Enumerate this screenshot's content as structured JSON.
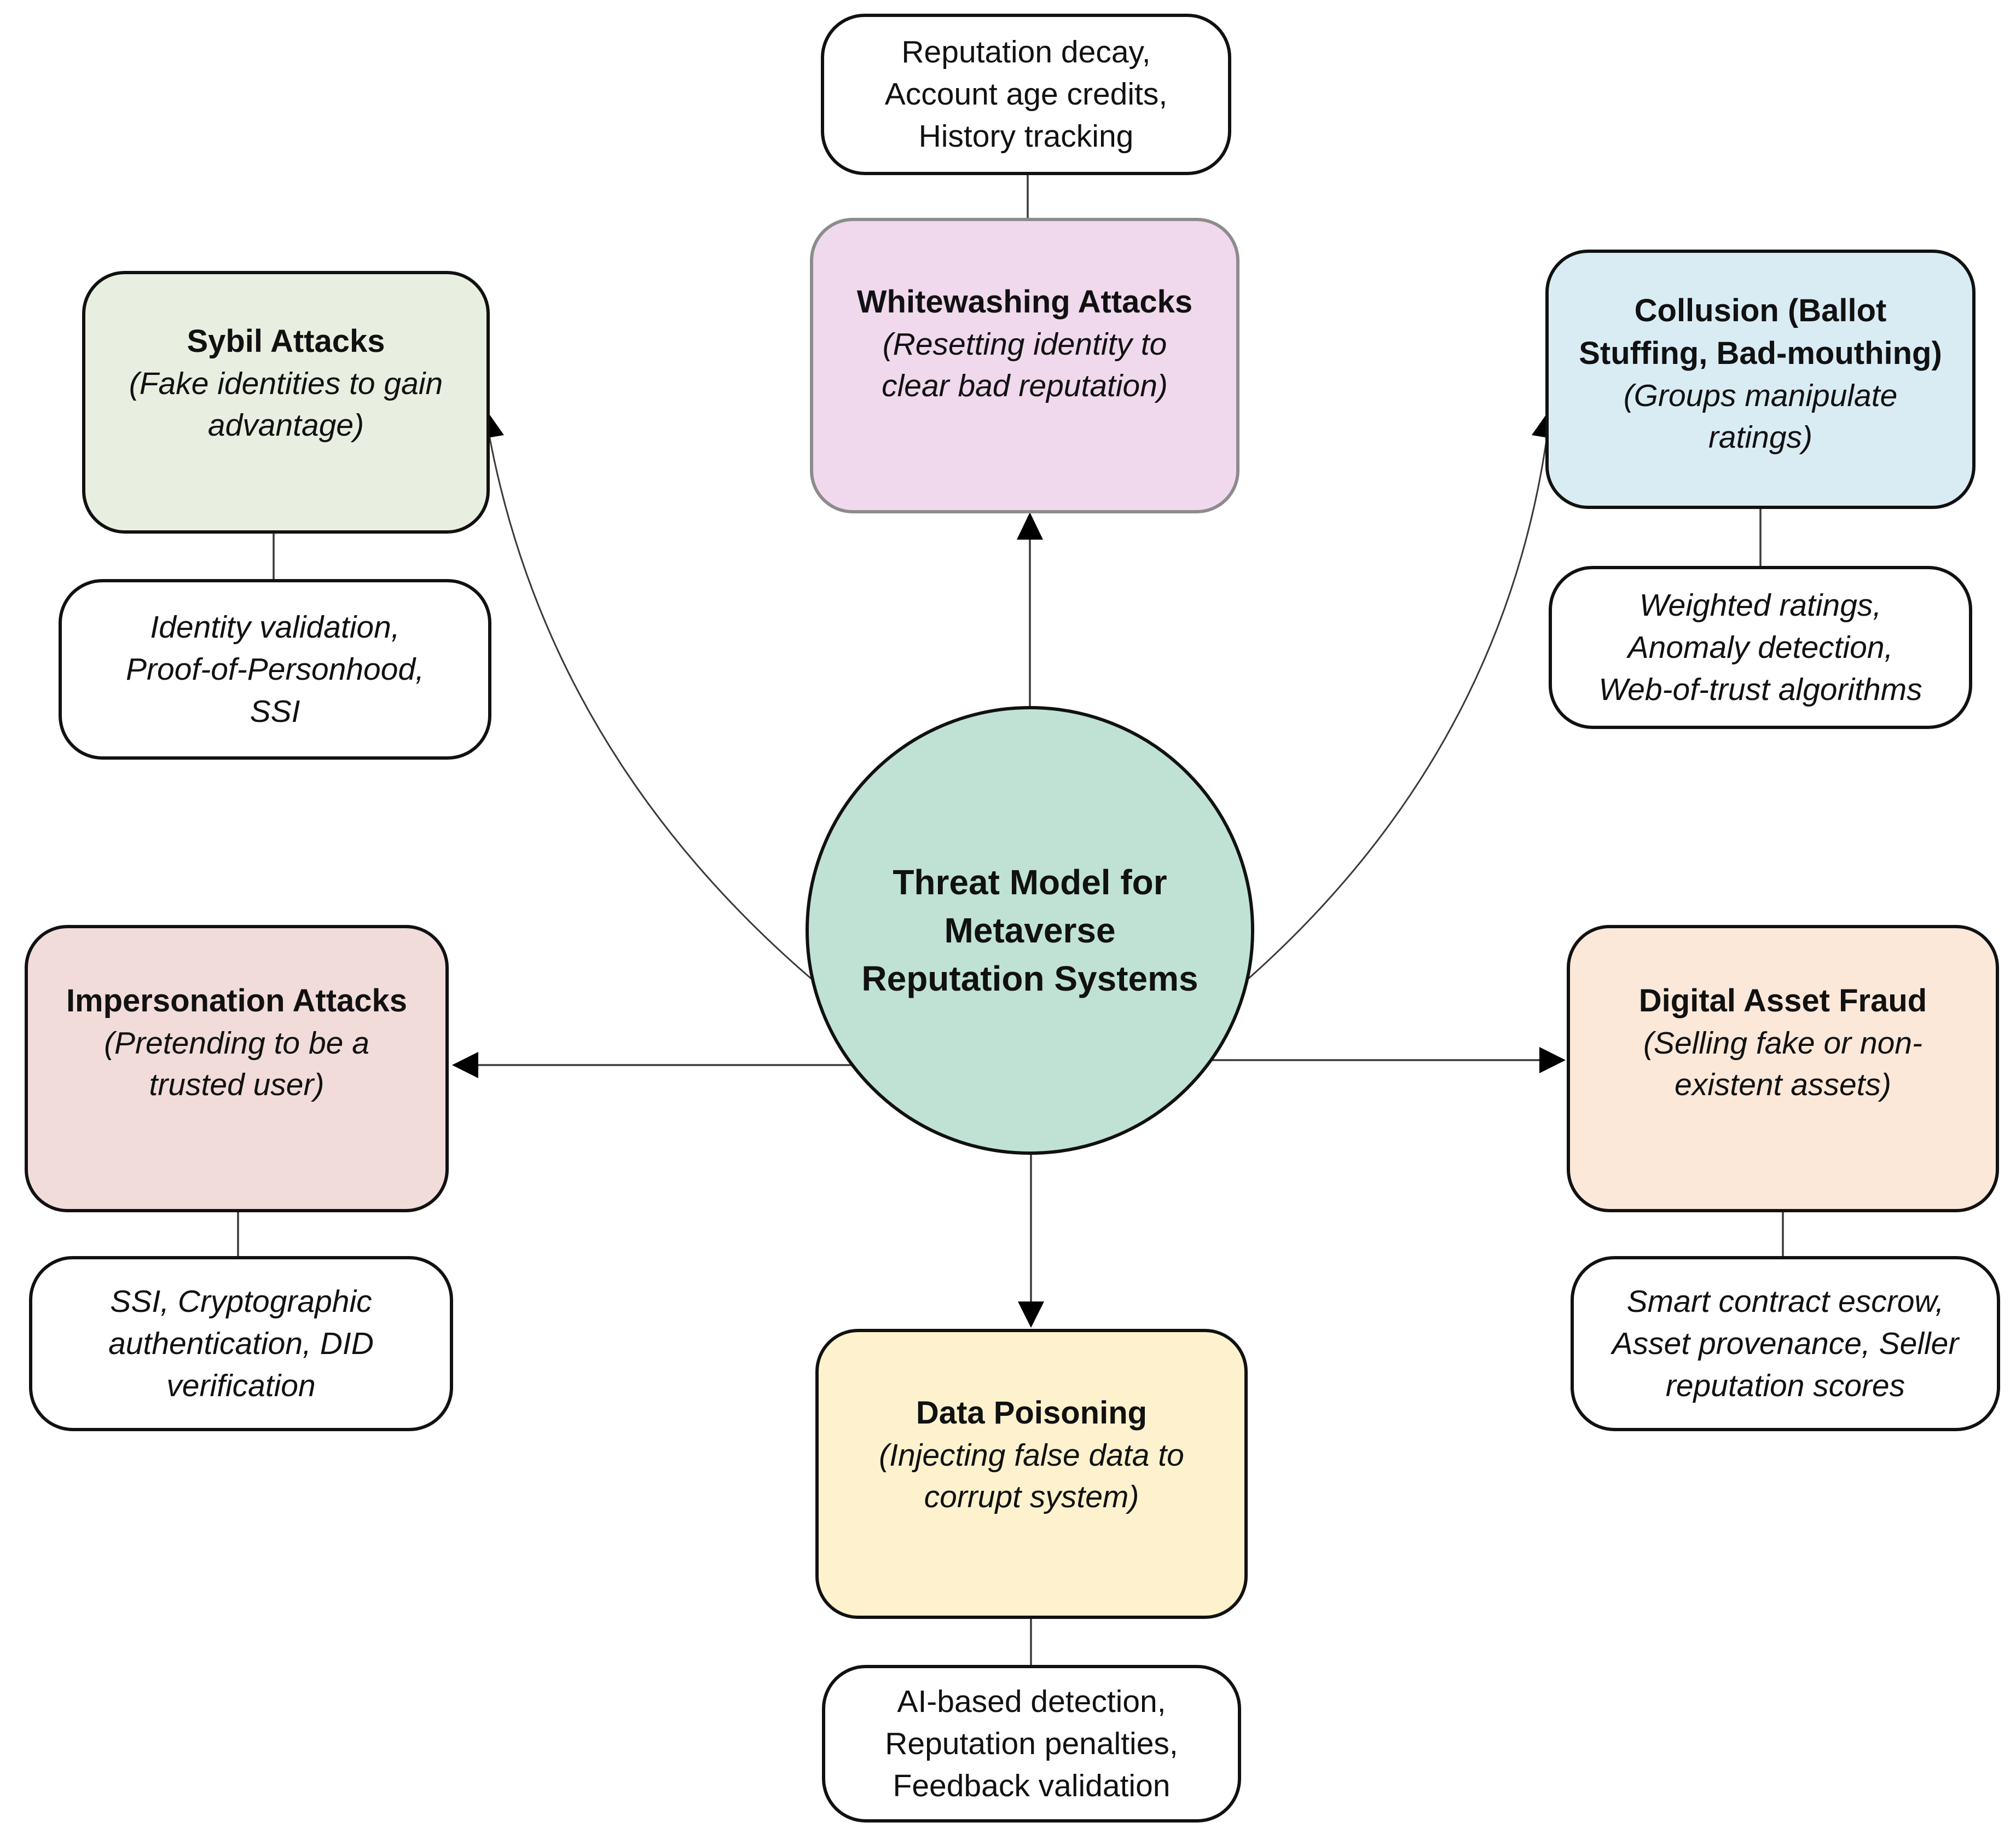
{
  "diagram": {
    "center": {
      "fill": "#bfe2d4",
      "lines": [
        "Threat Model for",
        "Metaverse",
        "Reputation Systems"
      ]
    },
    "threats": {
      "sybil": {
        "fill": "#e9efe0",
        "title_lines": [
          "Sybil Attacks"
        ],
        "desc_lines": [
          "(Fake identities to gain",
          "advantage)"
        ],
        "mitigation_lines": [
          "Identity validation,",
          "Proof-of-Personhood,",
          "SSI"
        ]
      },
      "whitewashing": {
        "fill": "#f0d9ec",
        "title_lines": [
          "Whitewashing Attacks"
        ],
        "desc_lines": [
          "(Resetting identity to",
          "clear bad reputation)"
        ],
        "mitigation_lines": [
          "Reputation decay,",
          "Account age credits,",
          "History tracking"
        ]
      },
      "collusion": {
        "fill": "#d9ecf4",
        "title_lines": [
          "Collusion (Ballot",
          "Stuffing, Bad-mouthing)"
        ],
        "desc_lines": [
          "(Groups manipulate",
          "ratings)"
        ],
        "mitigation_lines": [
          "Weighted ratings,",
          "Anomaly detection,",
          "Web-of-trust algorithms"
        ]
      },
      "impersonation": {
        "fill": "#f1dcda",
        "title_lines": [
          "Impersonation Attacks"
        ],
        "desc_lines": [
          "(Pretending to be a",
          "trusted user)"
        ],
        "mitigation_lines": [
          "SSI, Cryptographic",
          "authentication, DID",
          "verification"
        ]
      },
      "digital_asset_fraud": {
        "fill": "#fbe8d9",
        "title_lines": [
          "Digital Asset Fraud"
        ],
        "desc_lines": [
          "(Selling fake or non-",
          "existent assets)"
        ],
        "mitigation_lines": [
          "Smart contract escrow,",
          "Asset provenance, Seller",
          "reputation scores"
        ]
      },
      "data_poisoning": {
        "fill": "#fdf2cd",
        "title_lines": [
          "Data Poisoning"
        ],
        "desc_lines": [
          "(Injecting false data to",
          "corrupt system)"
        ],
        "mitigation_lines": [
          "AI-based detection,",
          "Reputation penalties,",
          "Feedback validation"
        ]
      }
    },
    "colors": {
      "line": "#3a3a3a",
      "arrowhead": "#000000",
      "box_border": "#111111",
      "whitewashing_border": "#8c8c8c"
    }
  }
}
